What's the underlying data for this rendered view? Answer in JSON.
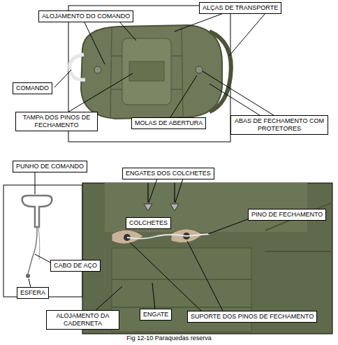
{
  "diagram": {
    "caption": "Fig 12-10 Paraquedas reserva",
    "nodes": [
      {
        "text": [
          "ALOJAMENTO DO COMANDO"
        ]
      },
      {
        "text": [
          "ALÇAS DE TRANSPORTE"
        ]
      },
      {
        "text": [
          "COMANDO"
        ]
      },
      {
        "text": [
          "TAMPA DOS PINOS DE FECHAMENTO"
        ]
      },
      {
        "text": [
          "MOLAS DE ABERTURA"
        ]
      },
      {
        "text": [
          "ABAS DE FECHAMENTO COM PROTETORES"
        ]
      },
      {
        "text": [
          "PUNHO DE COMANDO"
        ]
      },
      {
        "text": [
          "ENGATES DOS COLCHETES"
        ]
      },
      {
        "text": [
          "COLCHETES"
        ]
      },
      {
        "text": [
          "PINO DE FECHAMENTO"
        ]
      },
      {
        "text": [
          "CABO DE AÇO"
        ]
      },
      {
        "text": [
          "ESFERA"
        ]
      },
      {
        "text": [
          "ALOJAMENTO DA CADERNETA"
        ]
      },
      {
        "text": [
          "ENGATE"
        ]
      },
      {
        "text": [
          "SUPORTE DOS PINOS DE FECHAMENTO"
        ]
      }
    ]
  }
}
